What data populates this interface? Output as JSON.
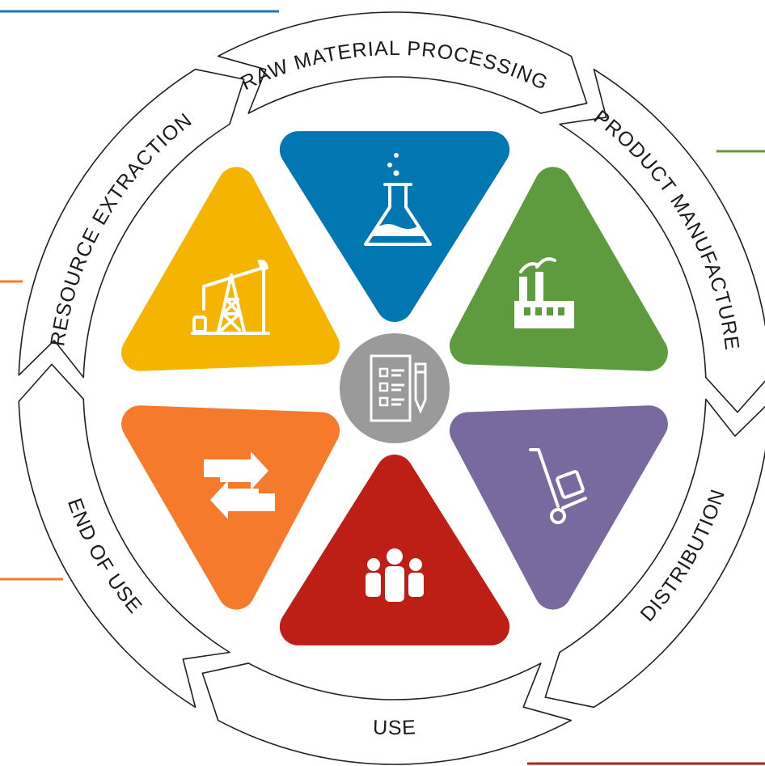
{
  "stages": [
    {
      "label": "RAW MATERIAL PROCESSING",
      "color": "#0077b0",
      "icon": "flask-icon"
    },
    {
      "label": "PRODUCT MANUFACTURE",
      "color": "#5e9a3e",
      "icon": "factory-icon"
    },
    {
      "label": "DISTRIBUTION",
      "color": "#786a9e",
      "icon": "hand-truck-icon"
    },
    {
      "label": "USE",
      "color": "#bd1e16",
      "icon": "people-icon"
    },
    {
      "label": "END OF USE",
      "color": "#f57a2c",
      "icon": "recycle-arrows-icon"
    },
    {
      "label": "RESOURCE EXTRACTION",
      "color": "#f4b400",
      "icon": "oil-pump-icon"
    }
  ],
  "center": {
    "color": "#9a9a9a",
    "icon": "checklist-clipboard-icon"
  },
  "accent_lines": [
    "#1f77b4",
    "#5e9a3e",
    "#f57a2c",
    "#f57a2c",
    "#bd1e16"
  ]
}
